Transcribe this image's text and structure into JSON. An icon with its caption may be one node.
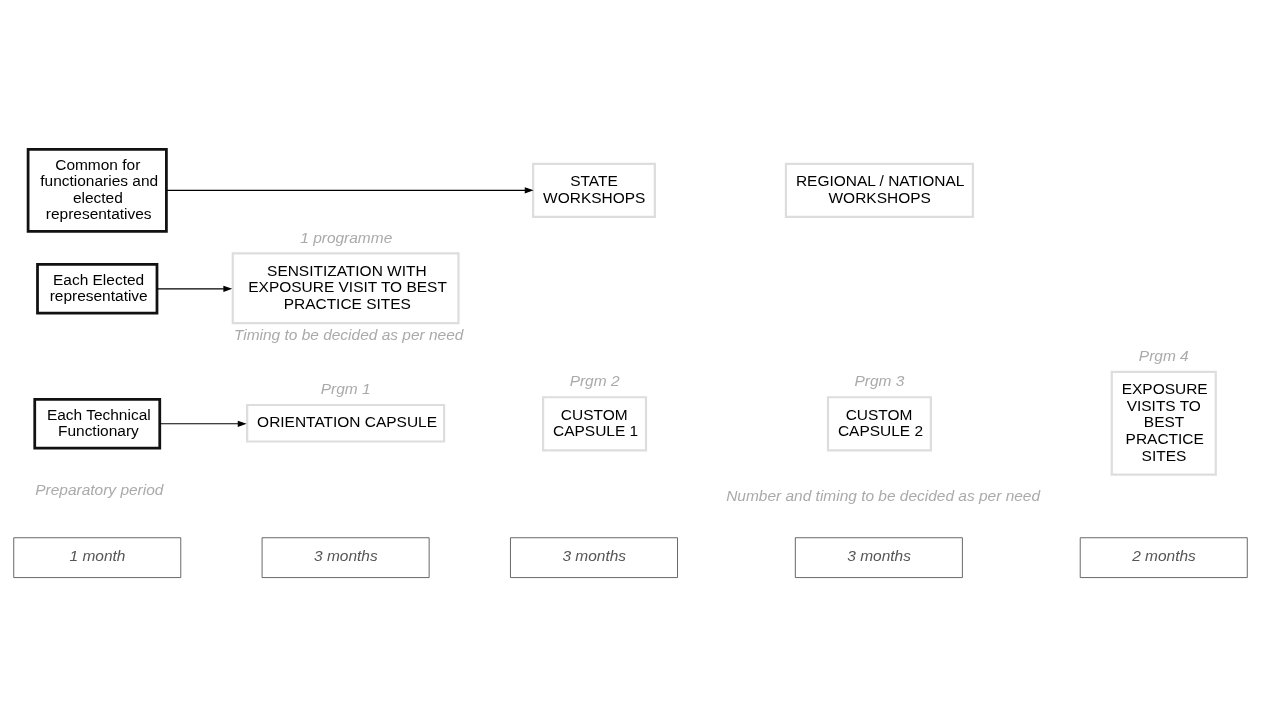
{
  "diagram": {
    "nodes": [
      {
        "text": [
          "Each Technical Functionary"
        ]
      },
      {
        "text": [
          "ORIENTATION CAPSULE"
        ],
        "beside": [
          "Prgm 1"
        ]
      },
      {
        "text": [
          "CUSTOM CAPSULE 1"
        ],
        "beside": [
          "Prgm 2"
        ]
      },
      {
        "text": [
          "CUSTOM CAPSULE 2"
        ],
        "beside": [
          "Prgm 3"
        ]
      },
      {
        "text": [
          "EXPOSURE VISITS TO BEST PRACTICE SITES"
        ],
        "beside": [
          "Prgm 4"
        ]
      },
      {
        "text": [
          "Each Elected representative"
        ]
      },
      {
        "text": [
          "SENSITIZATION WITH EXPOSURE VISIT TO BEST PRACTICE SITES"
        ],
        "beside": [
          "1 programme",
          "Timing to be decided as per need"
        ]
      },
      {
        "text": [
          "Common for functionaries and elected representatives"
        ]
      },
      {
        "text": [
          "STATE WORKSHOPS"
        ]
      },
      {
        "text": [
          "REGIONAL / NATIONAL WORKSHOPS"
        ]
      }
    ],
    "edges": [
      {
        "from": 0,
        "to": 1,
        "arrow": "to"
      },
      {
        "from": 5,
        "to": 6,
        "arrow": "to"
      },
      {
        "from": 7,
        "to": 8,
        "arrow": "to"
      }
    ],
    "labels": [
      "1 month",
      "3 months",
      "3 months",
      "3 months",
      "2 months",
      "Preparatory period",
      "Number and timing to be decided as per need"
    ]
  }
}
